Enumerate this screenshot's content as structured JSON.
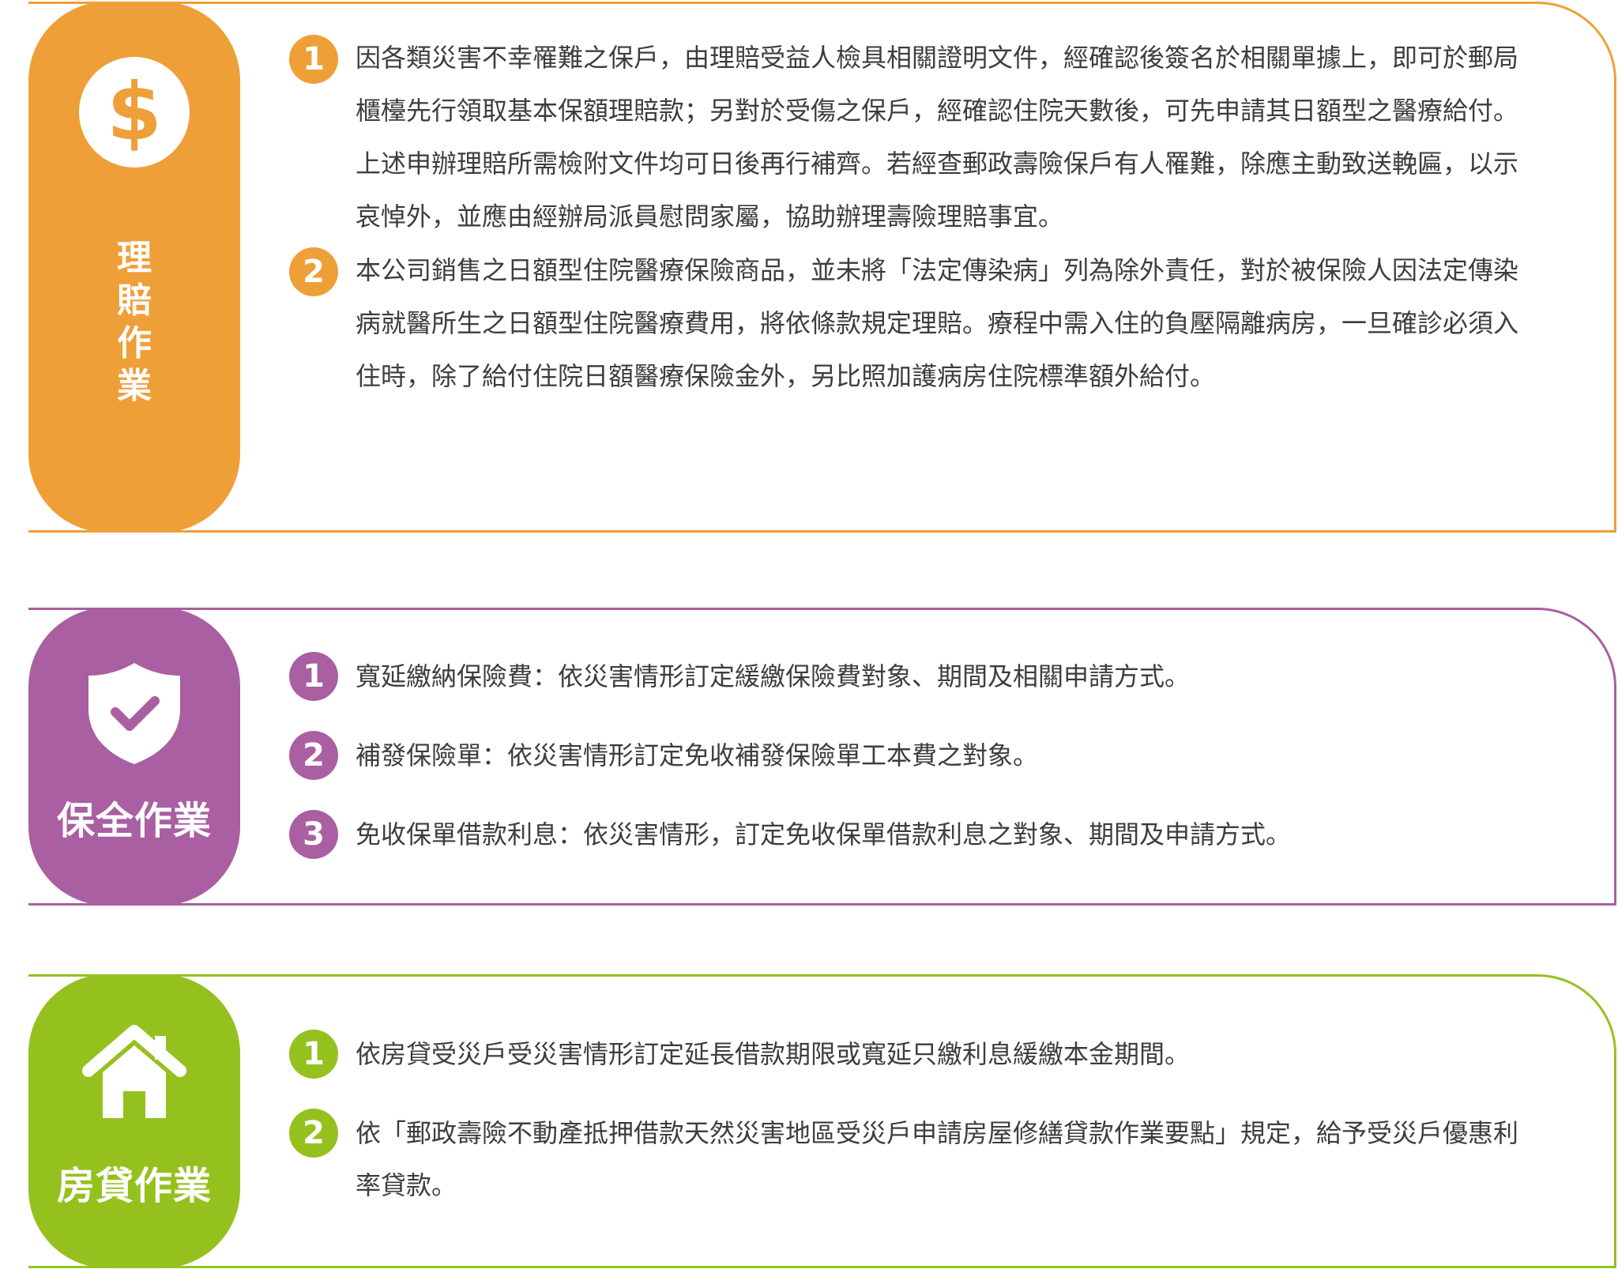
{
  "colors": {
    "claims": "#EF9F38",
    "preservation": "#A95FA1",
    "mortgage": "#95C11F"
  },
  "sections": [
    {
      "label": "理賠作業",
      "icon": "dollar-icon",
      "items": [
        {
          "num": "1",
          "text": "因各類災害不幸罹難之保戶，由理賠受益人檢具相關證明文件，經確認後簽名於相關單據上，即可於郵局櫃檯先行領取基本保額理賠款；另對於受傷之保戶，經確認住院天數後，可先申請其日額型之醫療給付。上述申辦理賠所需檢附文件均可日後再行補齊。若經查郵政壽險保戶有人罹難，除應主動致送輓匾，以示哀悼外，並應由經辦局派員慰問家屬，協助辦理壽險理賠事宜。"
        },
        {
          "num": "2",
          "text": "本公司銷售之日額型住院醫療保險商品，並未將「法定傳染病」列為除外責任，對於被保險人因法定傳染病就醫所生之日額型住院醫療費用，將依條款規定理賠。療程中需入住的負壓隔離病房，一旦確診必須入住時，除了給付住院日額醫療保險金外，另比照加護病房住院標準額外給付。"
        }
      ]
    },
    {
      "label": "保全作業",
      "icon": "shield-check-icon",
      "items": [
        {
          "num": "1",
          "text": "寬延繳納保險費：依災害情形訂定緩繳保險費對象、期間及相關申請方式。"
        },
        {
          "num": "2",
          "text": "補發保險單：依災害情形訂定免收補發保險單工本費之對象。"
        },
        {
          "num": "3",
          "text": "免收保單借款利息：依災害情形，訂定免收保單借款利息之對象、期間及申請方式。"
        }
      ]
    },
    {
      "label": "房貸作業",
      "icon": "house-icon",
      "items": [
        {
          "num": "1",
          "text": "依房貸受災戶受災害情形訂定延長借款期限或寬延只繳利息緩繳本金期間。"
        },
        {
          "num": "2",
          "text": "依「郵政壽險不動產抵押借款天然災害地區受災戶申請房屋修繕貸款作業要點」規定，給予受災戶優惠利率貸款。"
        }
      ]
    }
  ]
}
